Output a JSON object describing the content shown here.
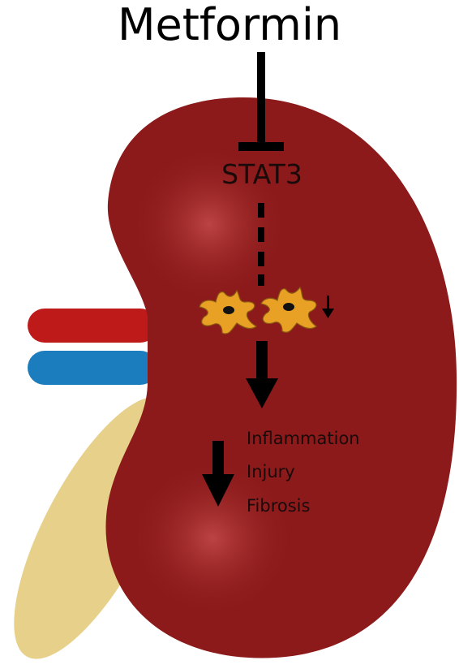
{
  "diagram": {
    "drug": "Metformin",
    "target": "STAT3",
    "outcomes": [
      "Inflammation",
      "Injury",
      "Fibrosis"
    ]
  },
  "colors": {
    "kidney": "#8c1a1a",
    "kidney_highlight": "#c24848",
    "artery": "#bf1a1a",
    "vein": "#1c7dbe",
    "ureter": "#e6d08a",
    "macrophage": "#e8a124",
    "arrow": "#000000"
  }
}
